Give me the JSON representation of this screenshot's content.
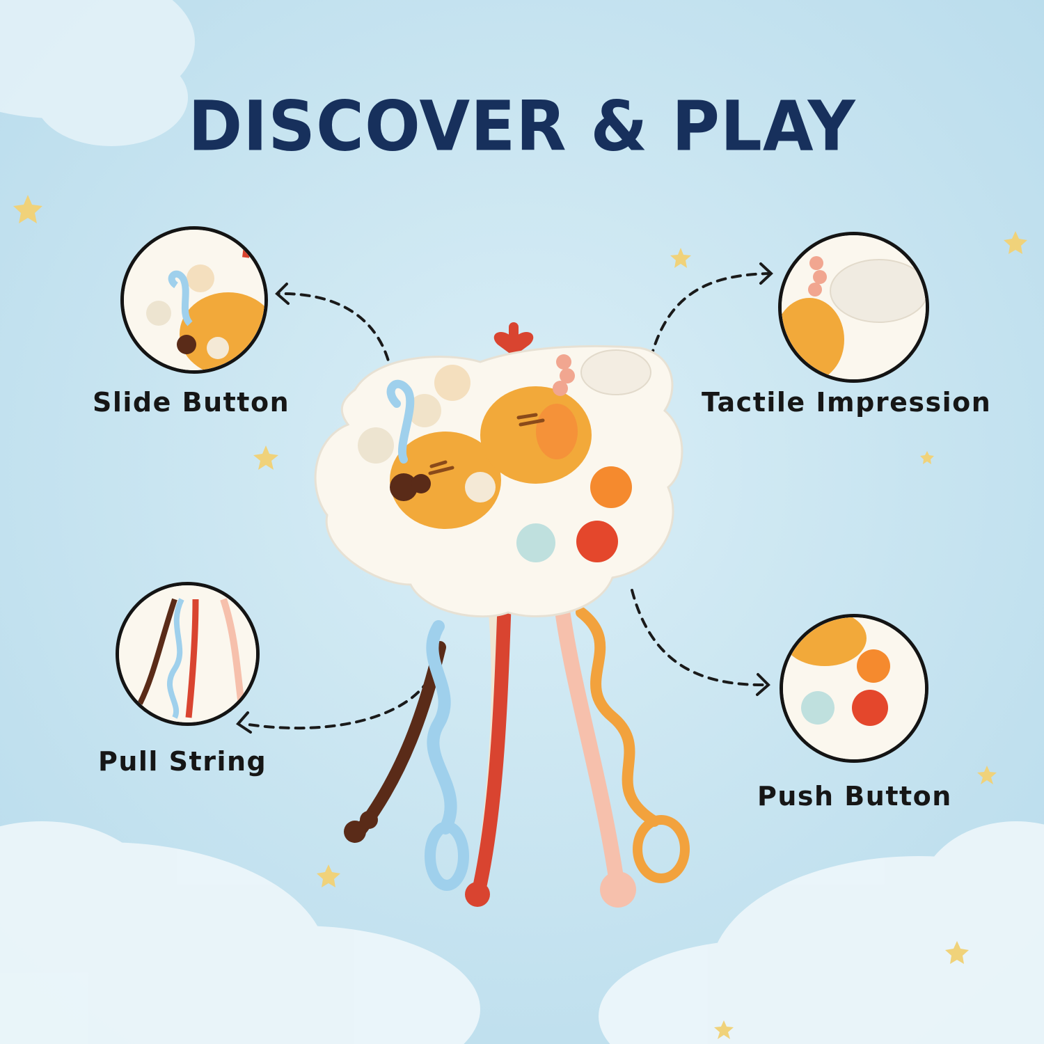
{
  "title": "DISCOVER & PLAY",
  "features": [
    {
      "label": "Slide Button",
      "icon": "slide-button-closeup"
    },
    {
      "label": "Tactile Impression",
      "icon": "tactile-pad-closeup"
    },
    {
      "label": "Pull String",
      "icon": "pull-string-closeup"
    },
    {
      "label": "Push Button",
      "icon": "push-button-closeup"
    }
  ],
  "colors": {
    "title": "#17305c",
    "background": "#c4e2ef",
    "toy_body": "#fbf7ee",
    "bee": "#f2a93a"
  }
}
